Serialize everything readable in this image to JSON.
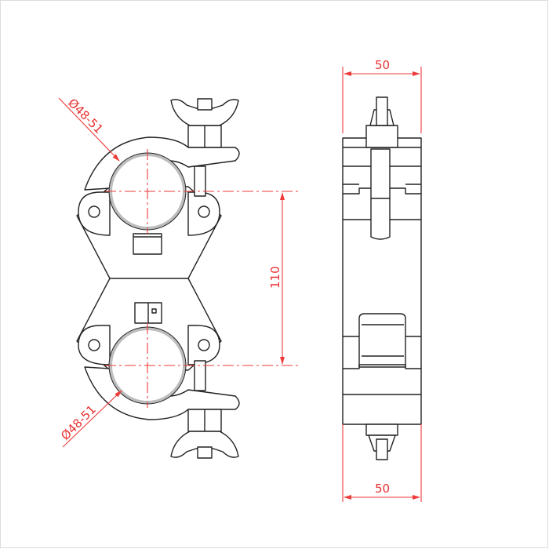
{
  "drawing": {
    "title": "Half coupler swivel clamp technical drawing",
    "colors": {
      "outline": "#222222",
      "dimension": "#ee3a3a",
      "tube": "#bdbdbd",
      "background": "#ffffff"
    },
    "front_view": {
      "top_diameter_label": "Ø48-51",
      "bottom_diameter_label": "Ø48-51",
      "center_distance_label": "110"
    },
    "side_view": {
      "top_width_label": "50",
      "bottom_width_label": "50"
    }
  }
}
